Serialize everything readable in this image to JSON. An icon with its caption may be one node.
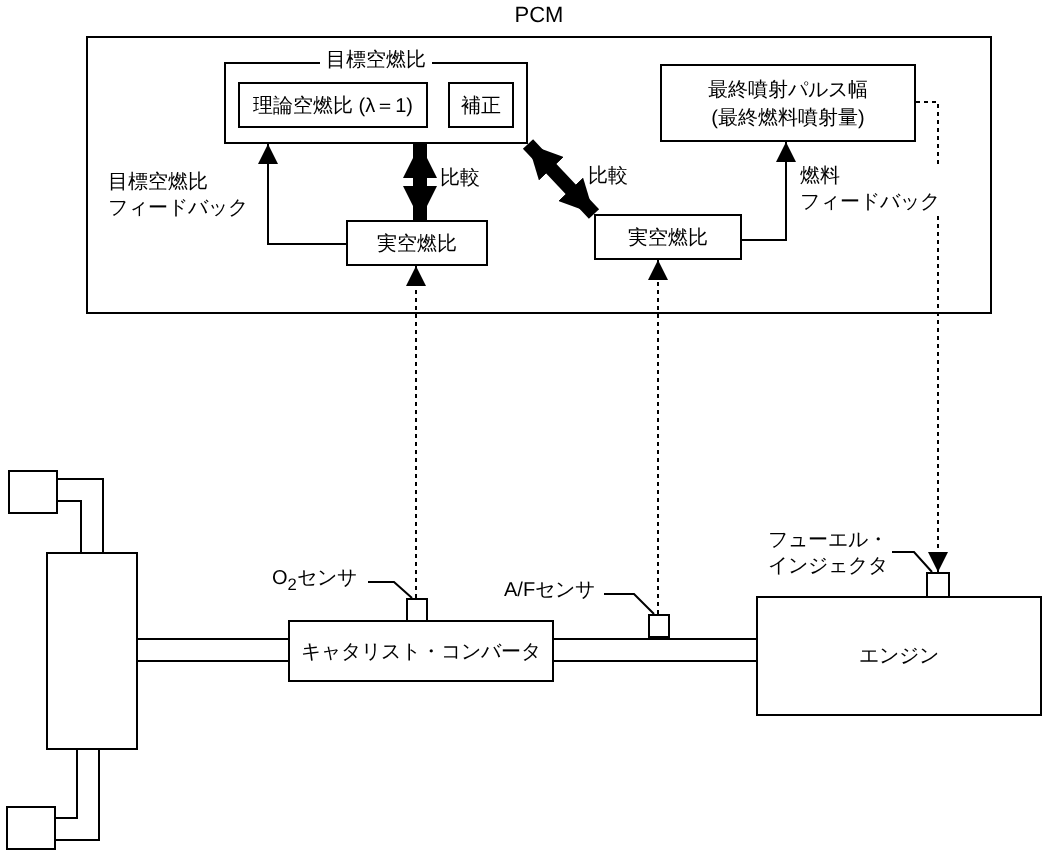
{
  "diagram": {
    "nodes": [
      {
        "text": [
          "PCM"
        ]
      },
      {
        "text": [
          "目標空燃比"
        ],
        "in": 0
      },
      {
        "text": [
          "理論空燃比 (λ＝1)"
        ],
        "in": 1
      },
      {
        "text": [
          "補正"
        ],
        "in": 1
      },
      {
        "text": [
          "最終噴射パルス幅(最終燃料噴射量)"
        ],
        "in": 0
      },
      {
        "text": [
          "実空燃比"
        ],
        "in": 0
      },
      {
        "text": [
          "実空燃比"
        ],
        "in": 0
      },
      {
        "text": [],
        "shape": "box"
      },
      {
        "text": [],
        "shape": "box"
      },
      {
        "text": [],
        "shape": "box"
      },
      {
        "text": [
          "キャタリスト・コンバータ"
        ]
      },
      {
        "text": [
          "O$_{2}$センサ"
        ]
      },
      {
        "text": [],
        "shape": "box"
      },
      {
        "text": [
          "A/Fセンサ"
        ]
      },
      {
        "text": [],
        "shape": "box"
      },
      {
        "text": [
          "フューエル・インジェクタ"
        ]
      },
      {
        "text": [],
        "shape": "box"
      },
      {
        "text": [
          "エンジン"
        ]
      }
    ],
    "edges": [
      {
        "from": 5,
        "to": 1,
        "arrow": "to",
        "label": "目標空燃比フィードバック"
      },
      {
        "from": 5,
        "to": 1,
        "arrow": "both",
        "label": "比較",
        "style": "thick"
      },
      {
        "from": 1,
        "to": 6,
        "arrow": "both",
        "label": "比較",
        "style": "thick"
      },
      {
        "from": 6,
        "to": 4,
        "arrow": "to",
        "label": "燃料フィードバック"
      },
      {
        "from": 12,
        "to": 5,
        "arrow": "to",
        "style": "dashed"
      },
      {
        "from": 14,
        "to": 6,
        "arrow": "to",
        "style": "dashed"
      },
      {
        "from": 4,
        "to": 16,
        "arrow": "to",
        "style": "dashed"
      },
      {
        "from": 11,
        "to": 12,
        "arrow": "none"
      },
      {
        "from": 13,
        "to": 14,
        "arrow": "none"
      },
      {
        "from": 15,
        "to": 16,
        "arrow": "none"
      },
      {
        "from": 7,
        "to": 8,
        "arrow": "none",
        "style": "thick"
      },
      {
        "from": 8,
        "to": 9,
        "arrow": "none",
        "style": "thick"
      },
      {
        "from": 8,
        "to": 10,
        "arrow": "none",
        "style": "thick"
      },
      {
        "from": 10,
        "to": 17,
        "arrow": "none",
        "style": "thick"
      }
    ]
  }
}
